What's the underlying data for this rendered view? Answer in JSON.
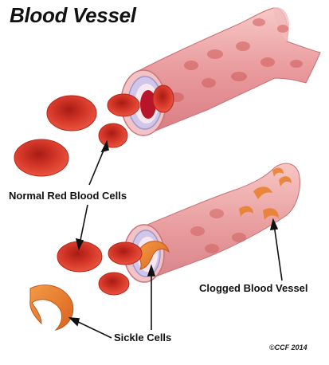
{
  "title": "Blood Vessel",
  "labels": {
    "normal_cells": "Normal Red Blood Cells",
    "clogged_vessel": "Clogged Blood Vessel",
    "sickle_cells": "Sickle Cells"
  },
  "credit": "©CCF 2014",
  "colors": {
    "vessel_wall": "#e9a0a3",
    "vessel_highlight": "#f6c9c8",
    "red_cell": "#d8372a",
    "red_cell_center": "#b21e17",
    "sickle_cell": "#e8782a",
    "lumen_lining": "#c7c0e3"
  }
}
